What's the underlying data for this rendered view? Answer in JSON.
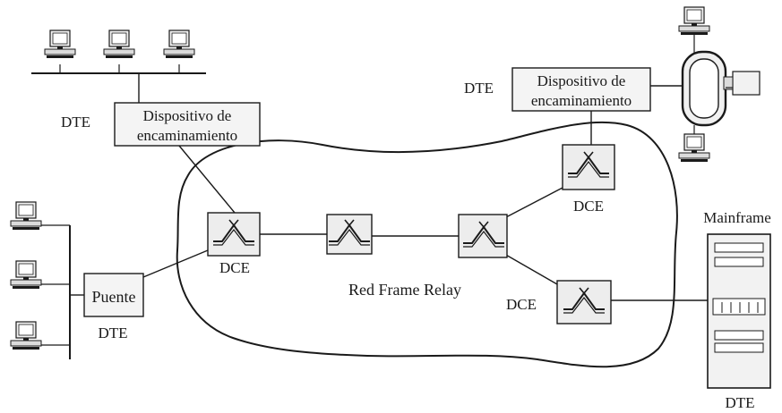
{
  "labels": {
    "dte_top_left": "DTE",
    "router_left_line1": "Dispositivo de",
    "router_left_line2": "encaminamiento",
    "dte_top_right": "DTE",
    "router_right_line1": "Dispositivo de",
    "router_right_line2": "encaminamiento",
    "bridge": "Puente",
    "dte_bridge": "DTE",
    "dce_left": "DCE",
    "dce_top_right": "DCE",
    "dce_bottom_right": "DCE",
    "network": "Red Frame Relay",
    "mainframe": "Mainframe",
    "dte_mainframe": "DTE"
  },
  "icons": {
    "switch": "frame-relay-switch-icon",
    "workstation": "workstation-icon",
    "ring": "token-ring-icon"
  }
}
